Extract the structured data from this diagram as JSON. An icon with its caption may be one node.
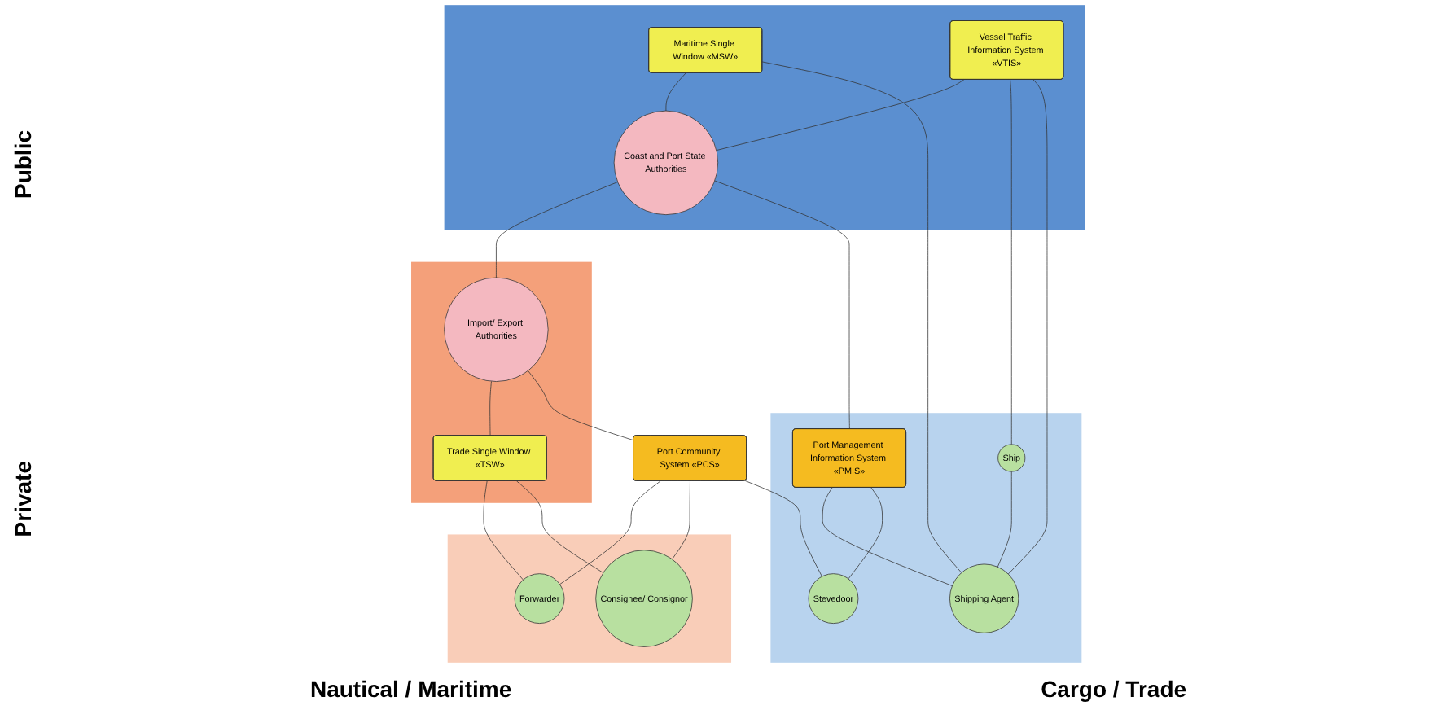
{
  "diagram": {
    "nodes": [
      {
        "text": [],
        "shape": "box"
      },
      {
        "text": [
          "Maritime Single Window «MSW»"
        ],
        "in": 0
      },
      {
        "text": [
          "Coast and Port State Authorities"
        ],
        "in": 0
      },
      {
        "text": [
          "Vessel Traffic Information System «VTIS»"
        ],
        "in": 0
      },
      {
        "text": [],
        "shape": "box"
      },
      {
        "text": [
          "Import/ Export Authorities"
        ],
        "in": 4
      },
      {
        "text": [
          "Trade Single Window «TSW»"
        ],
        "in": 4
      },
      {
        "text": [],
        "shape": "box"
      },
      {
        "text": [
          "Port Management Information System «PMIS»"
        ],
        "in": 7
      },
      {
        "text": [
          "Ship"
        ],
        "in": 7
      },
      {
        "text": [
          "Shipping Agent"
        ],
        "in": 7
      },
      {
        "text": [
          "Stevedoor"
        ],
        "in": 7
      },
      {
        "text": [
          "Port Community System «PCS»"
        ]
      },
      {
        "text": [],
        "shape": "box"
      },
      {
        "text": [
          "Forwarder"
        ],
        "in": 13
      },
      {
        "text": [
          "Consignee/ Consignor"
        ],
        "in": 13
      }
    ],
    "edges": [
      {
        "from": 1,
        "to": 2,
        "arrow": "none"
      },
      {
        "from": 2,
        "to": 5,
        "arrow": "none"
      },
      {
        "from": 5,
        "to": 6,
        "arrow": "none"
      },
      {
        "from": 3,
        "to": 2,
        "arrow": "none"
      },
      {
        "from": 1,
        "to": 10,
        "arrow": "none"
      },
      {
        "from": 3,
        "to": 9,
        "arrow": "none"
      },
      {
        "from": 3,
        "to": 10,
        "arrow": "none"
      },
      {
        "from": 2,
        "to": 8,
        "arrow": "none"
      },
      {
        "from": 5,
        "to": 12,
        "arrow": "none"
      },
      {
        "from": 6,
        "to": 14,
        "arrow": "none"
      },
      {
        "from": 6,
        "to": 15,
        "arrow": "none"
      },
      {
        "from": 9,
        "to": 10,
        "arrow": "none"
      },
      {
        "from": 8,
        "to": 10,
        "arrow": "none"
      },
      {
        "from": 8,
        "to": 11,
        "arrow": "none"
      },
      {
        "from": 12,
        "to": 11,
        "arrow": "none"
      },
      {
        "from": 12,
        "to": 14,
        "arrow": "none"
      },
      {
        "from": 12,
        "to": 15,
        "arrow": "none"
      }
    ],
    "labels": [
      "Public",
      "Private",
      "Nautical / Maritime",
      "Cargo  / Trade"
    ]
  }
}
